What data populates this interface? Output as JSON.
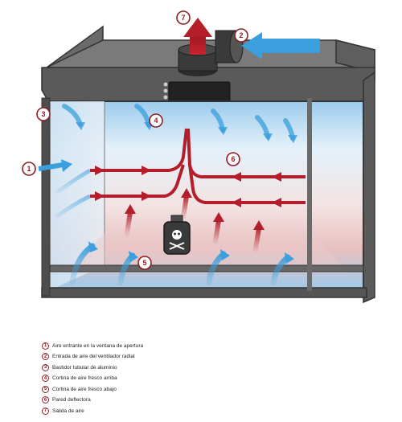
{
  "colors": {
    "frame": "#555555",
    "frame_dark": "#333333",
    "accent_red": "#8e1c22",
    "flow_red": "#b31e2a",
    "flow_blue": "#3a9fdc",
    "glass_blue": "#cde6f7"
  },
  "diagram": {
    "markers": [
      {
        "num": "1"
      },
      {
        "num": "2"
      },
      {
        "num": "3"
      },
      {
        "num": "4"
      },
      {
        "num": "5"
      },
      {
        "num": "6"
      },
      {
        "num": "7"
      }
    ]
  },
  "legend": [
    {
      "num": "1",
      "text": "Aire entrante en la ventana de apertura"
    },
    {
      "num": "2",
      "text": "Entrada de aire del ventilador radial"
    },
    {
      "num": "3",
      "text": "Bastidor tubular de aluminio"
    },
    {
      "num": "4",
      "text": "Cortina de aire fresco arriba"
    },
    {
      "num": "5",
      "text": "Cortina de aire fresco abajo"
    },
    {
      "num": "6",
      "text": "Pared deflectora"
    },
    {
      "num": "7",
      "text": "Salida de aire"
    }
  ],
  "icons": {
    "hazard": "skull-crossbones-icon",
    "fan": "radial-fan-icon"
  }
}
